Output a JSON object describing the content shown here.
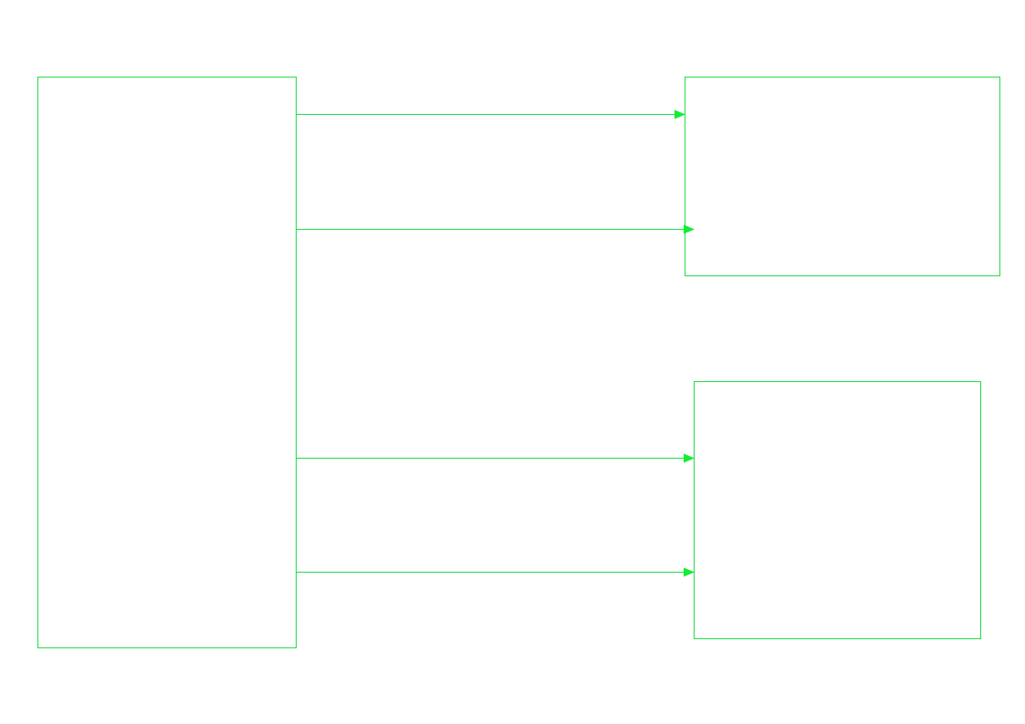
{
  "diagram": {
    "stroke_color": "#22dd44",
    "arrowhead_color": "#11ee33",
    "background_color": "#ffffff",
    "boxes": [
      {
        "id": "source-block",
        "label": ""
      },
      {
        "id": "target-block-top",
        "label": ""
      },
      {
        "id": "target-block-bottom",
        "label": ""
      }
    ],
    "connectors": [
      {
        "from": "source-block",
        "to": "target-block-top",
        "label": ""
      },
      {
        "from": "source-block",
        "to": "target-block-top",
        "label": ""
      },
      {
        "from": "source-block",
        "to": "target-block-bottom",
        "label": ""
      },
      {
        "from": "source-block",
        "to": "target-block-bottom",
        "label": ""
      }
    ]
  }
}
